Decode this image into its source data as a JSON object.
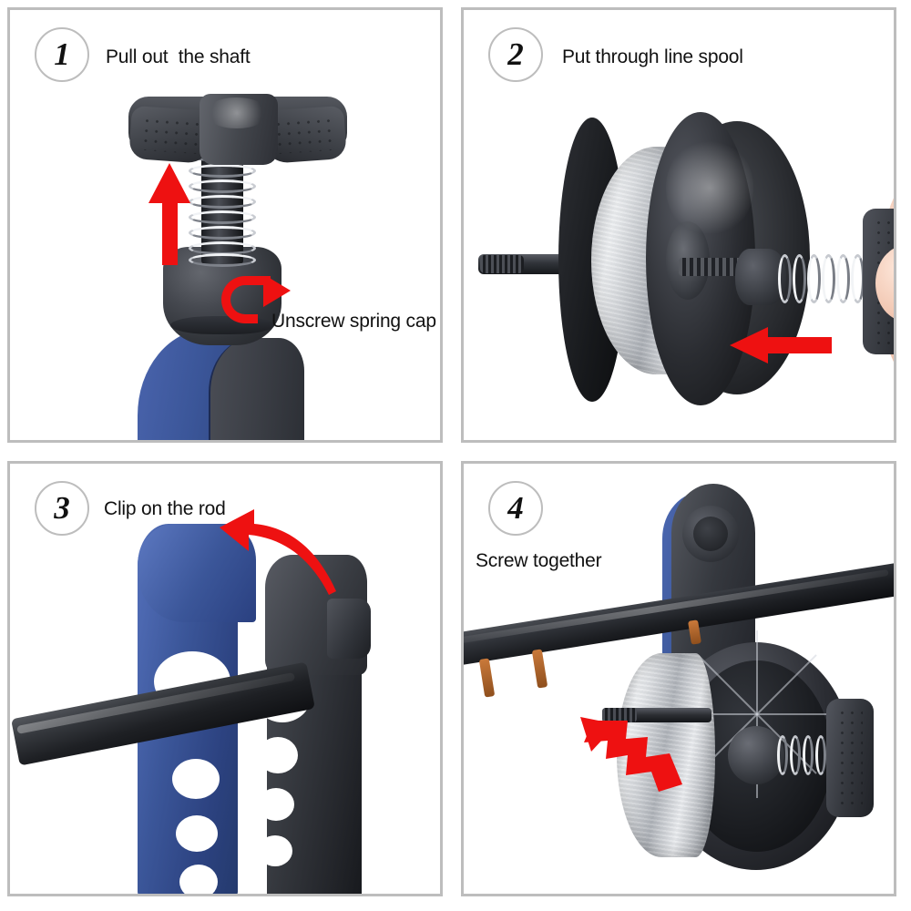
{
  "document": {
    "title": "Fishing Line Spooler Assembly Instructions",
    "layout": "2x2 grid of instructional photo panels",
    "background_color": "#ffffff",
    "panel_border_color": "#bdbdbd",
    "arrow_color": "#ee1111",
    "handle_blue_color": "#3b5699",
    "plastic_black_color": "#2a2c31"
  },
  "panels": [
    {
      "number": "1",
      "title": "Pull out  the shaft",
      "annotations": [
        {
          "text": "Unscrew spring cap",
          "arrow": "rotate-clockwise-arrow"
        },
        {
          "text": "",
          "arrow": "up-arrow"
        }
      ],
      "scene": "Black T-handle with coil spring, spring cap collar and blue rubber grip body",
      "icons": [
        "up-arrow-icon",
        "rotate-arrow-icon"
      ]
    },
    {
      "number": "2",
      "title": "Put through line spool",
      "annotations": [
        {
          "text": "",
          "arrow": "left-arrow"
        }
      ],
      "scene": "Hand pushing threaded shaft with spring and T-knob through a black fishing line spool",
      "icons": [
        "left-arrow-icon",
        "hand-icon"
      ]
    },
    {
      "number": "3",
      "title": "Clip on the rod",
      "annotations": [
        {
          "text": "",
          "arrow": "curved-up-left-arrow"
        }
      ],
      "scene": "Blue and black clamp jaws closing around a black fishing rod blank",
      "icons": [
        "curved-arrow-icon"
      ]
    },
    {
      "number": "4",
      "title": "Screw together",
      "annotations": [
        {
          "text": "",
          "arrow": "zigzag-up-left-arrow"
        }
      ],
      "scene": "Assembled spooler clamped on the fishing rod with the loaded line spool and knob tightened",
      "icons": [
        "zigzag-arrow-icon"
      ]
    }
  ]
}
